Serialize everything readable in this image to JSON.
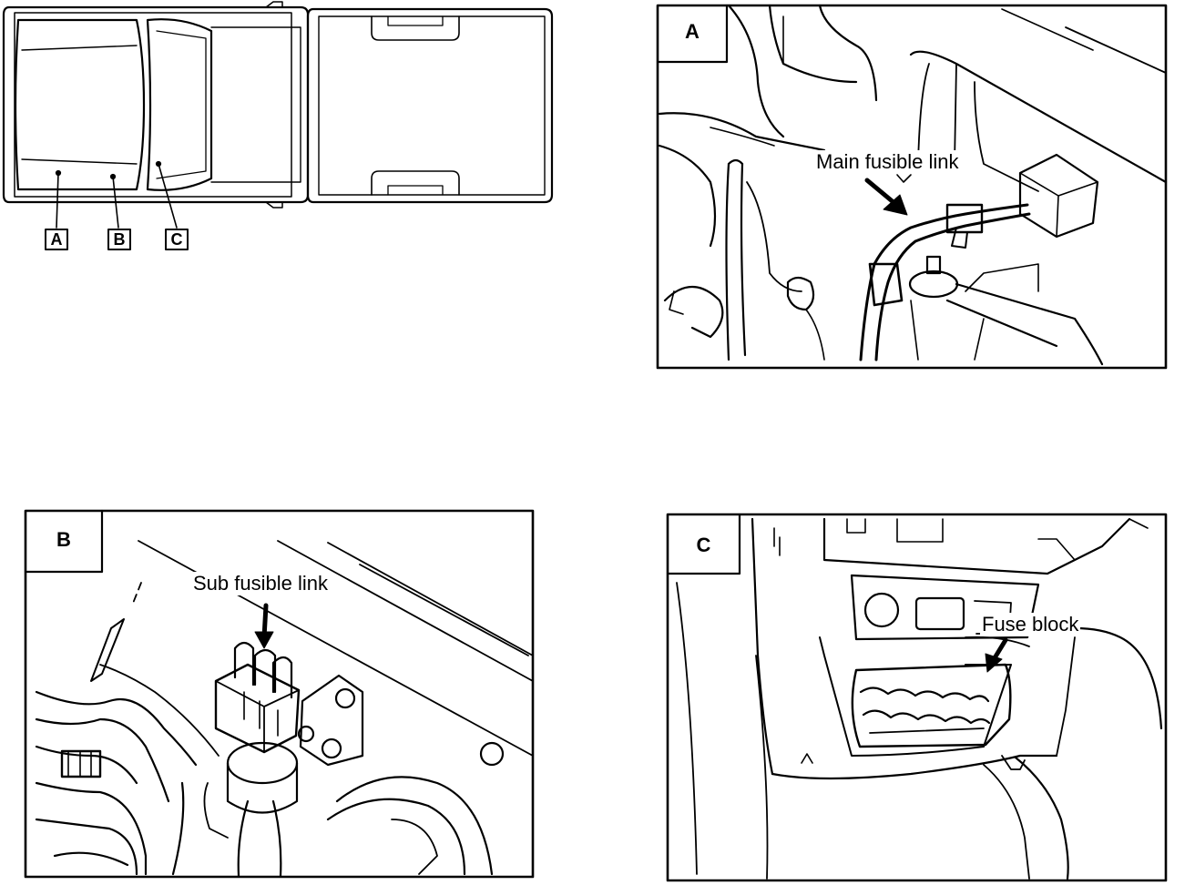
{
  "truck_key": {
    "markers": [
      "A",
      "B",
      "C"
    ]
  },
  "panels": {
    "a": {
      "tag": "A",
      "callout": "Main fusible link"
    },
    "b": {
      "tag": "B",
      "callout": "Sub fusible link"
    },
    "c": {
      "tag": "C",
      "callout": "Fuse block"
    }
  }
}
